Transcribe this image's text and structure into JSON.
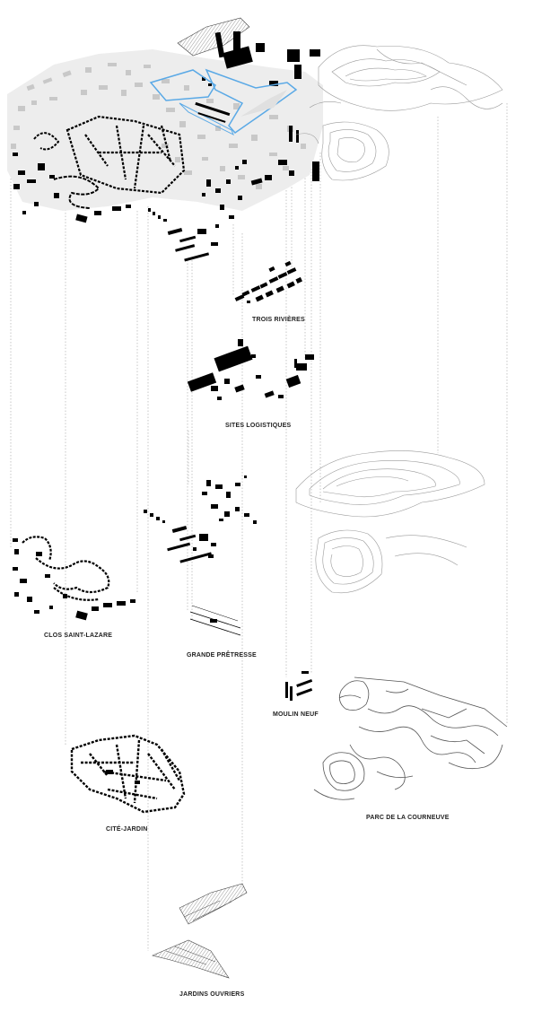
{
  "layers": [
    {
      "id": "trois",
      "label": "TROIS RIVIÈRES"
    },
    {
      "id": "sites",
      "label": "SITES LOGISTIQUES"
    },
    {
      "id": "clos",
      "label": "CLOS SAINT-LAZARE"
    },
    {
      "id": "grande",
      "label": "GRANDE PRÊTRESSE"
    },
    {
      "id": "moulin",
      "label": "MOULIN NEUF"
    },
    {
      "id": "parc",
      "label": "PARC DE LA COURNEUVE"
    },
    {
      "id": "cite",
      "label": "CITÉ-JARDIN"
    },
    {
      "id": "jardins",
      "label": "JARDINS OUVRIERS"
    }
  ],
  "colors": {
    "building": "#000000",
    "context": "#c8c8c8",
    "park_line": "#9a9a9a",
    "guide_line": "#b0b0b0",
    "highlight": "#5aa9e6",
    "label": "#222222"
  }
}
